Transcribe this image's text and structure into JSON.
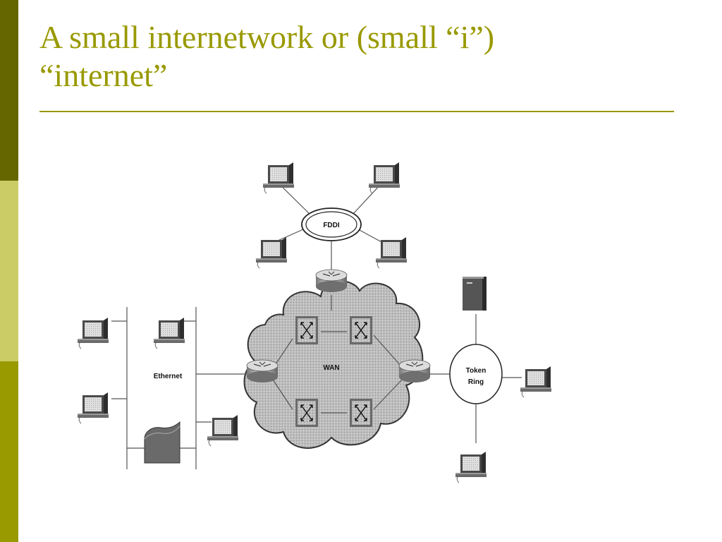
{
  "slide": {
    "title_line1": "A small internetwork or (small “i”)",
    "title_line2": "“internet”",
    "accent_color": "#999900",
    "bar_colors": [
      "#666600",
      "#cccc66",
      "#999900"
    ]
  },
  "diagram": {
    "labels": {
      "fddi": "FDDI",
      "wan": "WAN",
      "ethernet": "Ethernet",
      "token_line1": "Token",
      "token_line2": "Ring"
    },
    "icons": [
      "workstation-icon",
      "router-icon",
      "wan-switch-icon",
      "server-icon",
      "storage-icon",
      "cloud-icon"
    ]
  }
}
